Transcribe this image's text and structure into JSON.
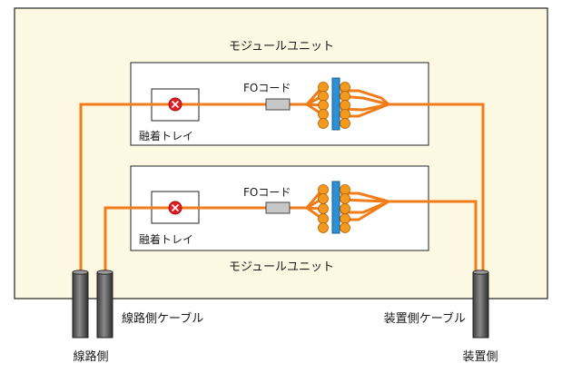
{
  "module_units": [
    {
      "title": "モジュールユニット",
      "fo_cord_label": "FOコード",
      "splice_tray_label": "融着トレイ"
    },
    {
      "title": "モジュールユニット",
      "fo_cord_label": "FOコード",
      "splice_tray_label": "融着トレイ"
    }
  ],
  "cables": {
    "line_side_cable_label": "線路側ケーブル",
    "equipment_side_cable_label": "装置側ケーブル",
    "line_side_label": "線路側",
    "equipment_side_label": "装置側"
  },
  "colors": {
    "enclosure_fill": "#fdf8e2",
    "fiber": "#f07d1a",
    "connector_ball": "#f39a1e",
    "adapter_bar": "#2b90d6",
    "splice_marker": "#e31b23",
    "fo_plug": "#c7c7c7",
    "cable_dark": "#555555"
  },
  "icons": {
    "splice_point": "circle-x-icon",
    "cable_end": "cable-cylinder-icon"
  }
}
